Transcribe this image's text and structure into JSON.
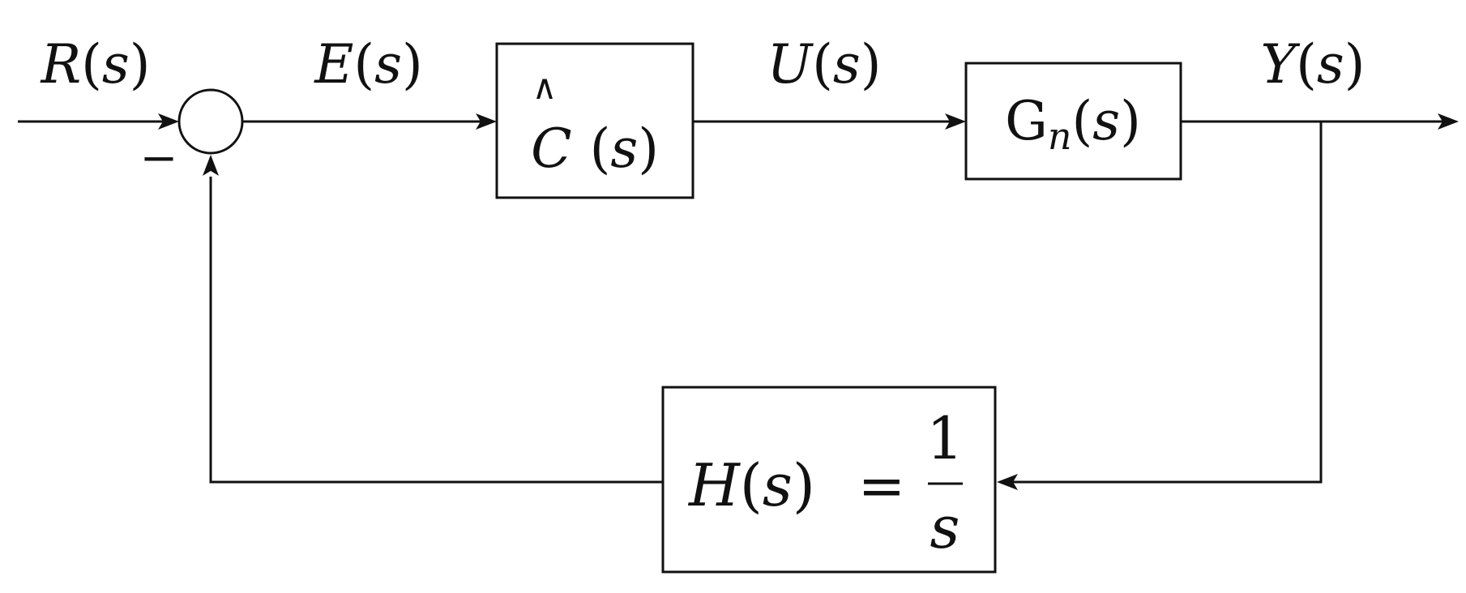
{
  "signals": {
    "reference": {
      "symbol": "R",
      "arg": "s"
    },
    "error": {
      "symbol": "E",
      "arg": "s"
    },
    "control": {
      "symbol": "U",
      "arg": "s"
    },
    "output": {
      "symbol": "Y",
      "arg": "s"
    }
  },
  "summing_junction": {
    "feedback_sign": "−"
  },
  "blocks": {
    "controller": {
      "accent": "∧",
      "symbol": "C",
      "arg": "s"
    },
    "plant": {
      "symbol": "G",
      "subscript": "n",
      "arg": "s"
    },
    "feedback": {
      "symbol": "H",
      "arg": "s",
      "equals": "=",
      "numerator": "1",
      "denominator": "s"
    }
  },
  "paren_open": "(",
  "paren_close": ")",
  "colors": {
    "stroke": "#111111",
    "background": "#ffffff"
  }
}
